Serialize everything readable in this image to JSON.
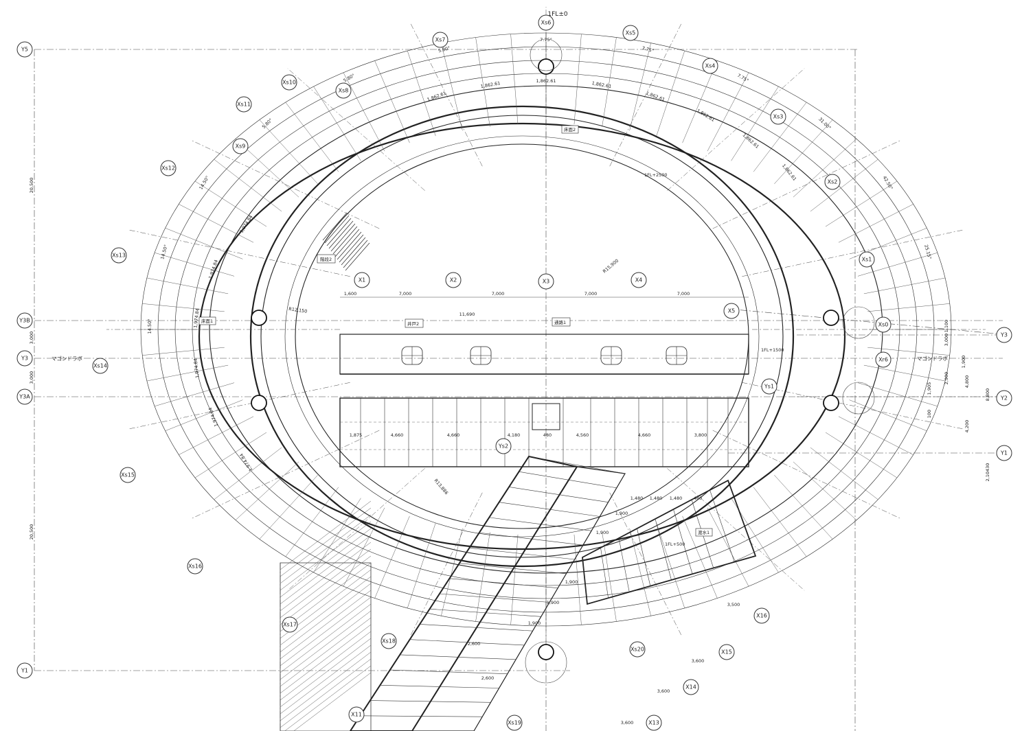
{
  "title": "1FL±0",
  "rings": {
    "outer_radius_label": "R12,150",
    "inner_radius_label": "R15,900",
    "stair_radius_label": "R13,886"
  },
  "annotations": {
    "left_label": "マゴンドラボ",
    "right_label": "マゴンドラボ",
    "fl_label_a": "1FL+1500",
    "fl_label_b": "1FL+2500",
    "fl_label_c": "1FL+500",
    "stair_label": "階段2",
    "floor_label": "床面1",
    "room_label": "床面2",
    "well_label": "井戸2",
    "gate_label": "渡水1",
    "bridge_label": "通路1"
  },
  "radial_bubbles": [
    "Xs1",
    "Xs2",
    "Xs3",
    "Xs4",
    "Xs5",
    "Xs6",
    "Xs7",
    "Xs8",
    "Xs9",
    "Xs10",
    "Xs11",
    "Xs12",
    "Xs13",
    "Xs14",
    "Xs15",
    "Xs16",
    "Xs17",
    "Xs18",
    "Xs19",
    "Xs20"
  ],
  "x_bubbles": [
    "X1",
    "X2",
    "X3",
    "X4",
    "X5",
    "X11",
    "X13",
    "X14",
    "X15",
    "X16",
    "Xs0",
    "Xr6"
  ],
  "y_bubbles": [
    "Y1",
    "Y2",
    "Y3",
    "Y5",
    "Y3B",
    "Y3A",
    "Y1",
    "Ys1",
    "Ys2"
  ],
  "top_dims": [
    "7,000",
    "7,000",
    "7,000",
    "7,000",
    "1,600",
    "11,690"
  ],
  "middle_dims": [
    "1,875",
    "4,660",
    "4,660",
    "4,180",
    "480",
    "4,560",
    "4,660",
    "3,800"
  ],
  "right_dims": [
    "1,100",
    "3,000",
    "1,900",
    "2,900",
    "1,905",
    "4,800",
    "4,200",
    "8,800",
    "100",
    "2,10430"
  ],
  "left_dims": [
    "20,500",
    "3,000",
    "3,000",
    "20,500"
  ],
  "stair_dims": [
    "1,480",
    "1,480",
    "1,480",
    "480",
    "1,900",
    "1,900",
    "1,900",
    "1,900",
    "1,900",
    "2,600",
    "2,600",
    "3,500",
    "3,600",
    "3,600",
    "3,600"
  ],
  "ring_dims_upper": [
    "1,862.61",
    "1,862.61",
    "1,862.61",
    "1,862.61",
    "1,862.61",
    "1,862.61",
    "1,862.61",
    "1,862.61"
  ],
  "ring_dims_left": [
    "1,974.84",
    "1,974.84",
    "1,974.84",
    "1,974.84",
    "1,974.84",
    "1,974.84"
  ],
  "angle_labels": [
    "14.50°",
    "14.50°",
    "14.50°",
    "5.80°",
    "5.80°",
    "5.80°",
    "7.75°",
    "7.75°",
    "7.75°",
    "31.00°",
    "42.50°",
    "25.15°"
  ]
}
